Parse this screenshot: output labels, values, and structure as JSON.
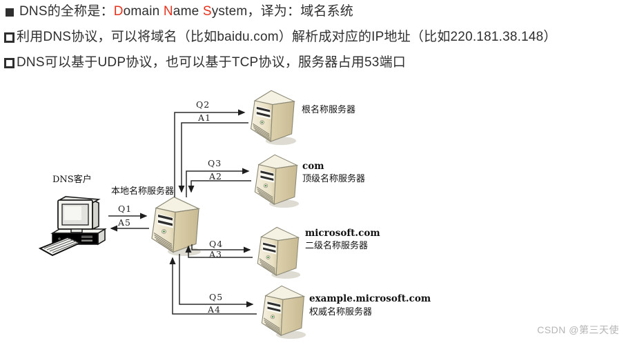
{
  "header": {
    "l1": {
      "s0": "DNS的全称是：",
      "r1": "D",
      "s1": "omain ",
      "r2": "N",
      "s2": "ame ",
      "r3": "S",
      "s3": "ystem，译为：域名系统",
      "marker": "filled-square"
    },
    "l2": {
      "text": "利用DNS协议，可以将域名（比如baidu.com）解析成对应的IP地址（比如220.181.38.148）",
      "marker": "hollow-square"
    },
    "l3": {
      "text": "DNS可以基于UDP协议，也可以基于TCP协议，服务器占用53端口",
      "marker": "hollow-square"
    }
  },
  "diagram": {
    "client": {
      "label": "DNS客户"
    },
    "local_server": {
      "label": "本地名称服务器"
    },
    "servers": [
      {
        "name": "",
        "label": "根名称服务器"
      },
      {
        "name": "com",
        "label": "顶级名称服务器"
      },
      {
        "name": "microsoft.com",
        "label": "二级名称服务器"
      },
      {
        "name": "example.microsoft.com",
        "label": "权威名称服务器"
      }
    ],
    "messages": {
      "q1": "Q1",
      "a5": "A5",
      "q2": "Q2",
      "a1": "A1",
      "q3": "Q3",
      "a2": "A2",
      "q4": "Q4",
      "a3": "A3",
      "q5": "Q5",
      "a4": "A4"
    }
  },
  "watermark": "CSDN @第三天使",
  "colors": {
    "accent_red": "#e8301a",
    "body_text": "#2f2f2f",
    "diagram_line": "#2a2a2a",
    "server_body": "#efe8d2",
    "server_side": "#d4c7a1",
    "watermark": "#b5b5b5"
  }
}
